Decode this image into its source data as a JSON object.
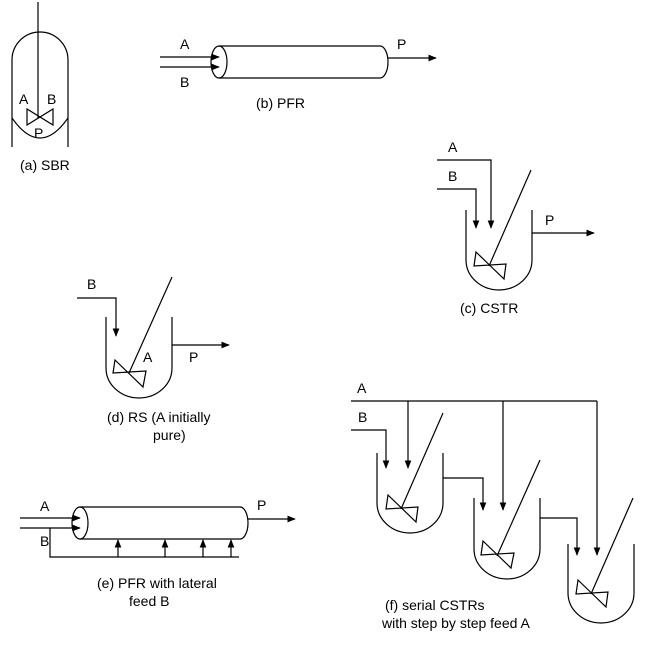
{
  "sbr": {
    "caption": "(a) SBR",
    "in_a": "A",
    "in_b": "B",
    "product": "P"
  },
  "pfr": {
    "caption": "(b) PFR",
    "in_a": "A",
    "in_b": "B",
    "product": "P"
  },
  "cstr": {
    "caption": "(c) CSTR",
    "in_a": "A",
    "in_b": "B",
    "product": "P"
  },
  "rs": {
    "caption_line1": "(d) RS (A initially",
    "caption_line2": "pure)",
    "in_b": "B",
    "inside": "A",
    "product": "P"
  },
  "pfr_lateral": {
    "caption_line1": "(e) PFR with lateral",
    "caption_line2": "feed B",
    "in_a": "A",
    "in_b": "B",
    "product": "P"
  },
  "serial_cstr": {
    "caption_line1": "(f) serial CSTRs",
    "caption_line2": "with step by step feed A",
    "in_a": "A",
    "in_b": "B"
  }
}
